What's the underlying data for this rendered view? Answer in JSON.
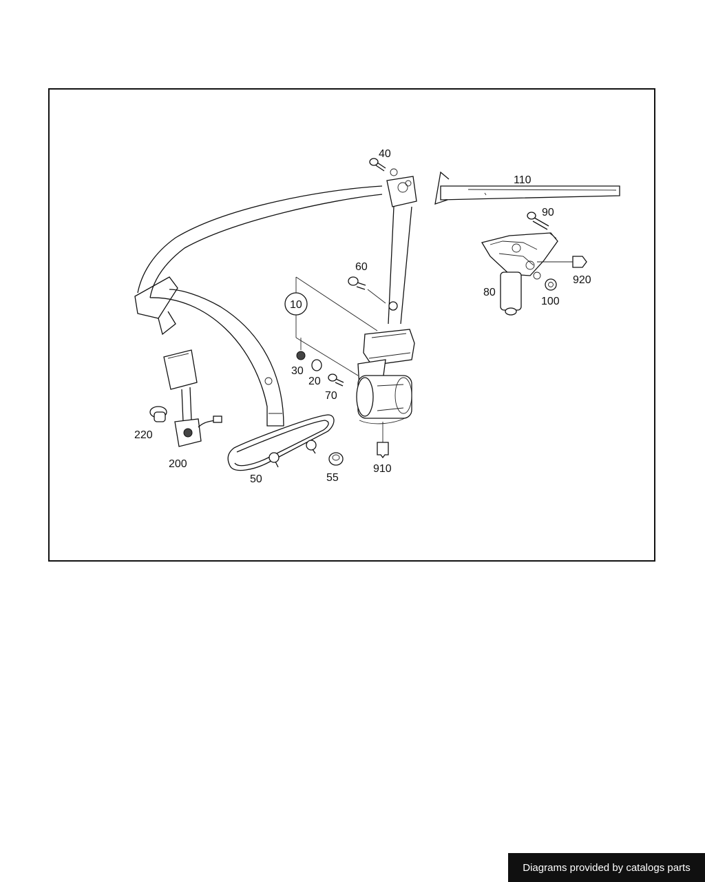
{
  "diagram": {
    "labels": [
      {
        "id": "l40",
        "text": "40"
      },
      {
        "id": "l110",
        "text": "110"
      },
      {
        "id": "l90",
        "text": "90"
      },
      {
        "id": "l60",
        "text": "60"
      },
      {
        "id": "l10",
        "text": "10"
      },
      {
        "id": "l920",
        "text": "920"
      },
      {
        "id": "l80",
        "text": "80"
      },
      {
        "id": "l100",
        "text": "100"
      },
      {
        "id": "l30",
        "text": "30"
      },
      {
        "id": "l20",
        "text": "20"
      },
      {
        "id": "l70",
        "text": "70"
      },
      {
        "id": "l220",
        "text": "220"
      },
      {
        "id": "l200",
        "text": "200"
      },
      {
        "id": "l50",
        "text": "50"
      },
      {
        "id": "l55",
        "text": "55"
      },
      {
        "id": "l910",
        "text": "910"
      }
    ]
  },
  "footer": {
    "text": "Diagrams provided by catalogs parts"
  },
  "colors": {
    "line": "#111111",
    "background": "#ffffff",
    "footer_bg": "#101010"
  }
}
